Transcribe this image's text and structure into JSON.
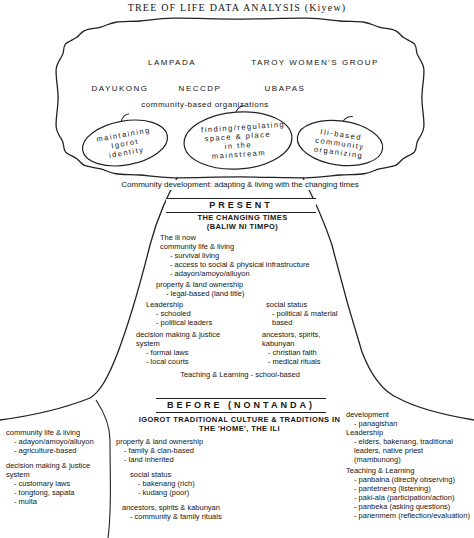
{
  "diagram": {
    "title": "TREE OF LIFE DATA ANALYSIS (Kiyew)",
    "nodes": [
      {
        "text": [
          "LAMPADA",
          "TAROY WOMEN'S GROUP",
          "DAYUKONG",
          "NECCDP",
          "UBAPAS",
          "community-based organizations"
        ]
      },
      {
        "text": [
          "maintaining Igorot identity"
        ],
        "in": 0
      },
      {
        "text": [
          "finding/regulating space & place in the mainstream"
        ],
        "in": 0
      },
      {
        "text": [
          "Ili-based community organizing"
        ],
        "in": 0
      },
      {
        "text": [
          "PRESENT"
        ]
      },
      {
        "text": [
          "BEFORE (NONTANDA)"
        ]
      }
    ],
    "labels": [
      "Community development: adapting & living with the changing times",
      "THE CHANGING TIMES (BALIW NI TIMPO)",
      "The ili now",
      "community life & living",
      "- survival living",
      "- access to social & physical infrastructure",
      "- adayon/amoyo/alluyon",
      "property & land ownership",
      "- legal-based (land title)",
      "Leadership",
      "- schooled",
      "- political leaders",
      "social status",
      "- political & material based",
      "decision making & justice system",
      "- formal laws",
      "- local courts",
      "ancestors, spirits, kabunyan",
      "- christian faith",
      "- medical rituals",
      "Teaching & Learning - school-based",
      "IGOROT TRADITIONAL CULTURE & TRADITIONS IN THE 'HOME', THE ILI",
      "community life & living",
      "- adayon/amoyo/alluyon",
      "- agriculture-based",
      "property & land ownership",
      "- family & clan-based",
      "- land inherited",
      "development",
      "- panagishan",
      "Leadership",
      "- elders, bakenang, traditional leaders, native priest (mambunong)",
      "decision making & justice system",
      "- customary laws",
      "- tongtong, sapata",
      "- multa",
      "social status",
      "- bakenang (rich)",
      "- kudang (poor)",
      "ancestors, spirits & kabunyan",
      "- community & family rituals",
      "Teaching & Learning",
      "- panbalna (directly observing)",
      "- pantetneng (listening)",
      "- paki-ala (participation/action)",
      "- panbeka (asking questions)",
      "- panenmem (reflection/evaluation)"
    ]
  }
}
